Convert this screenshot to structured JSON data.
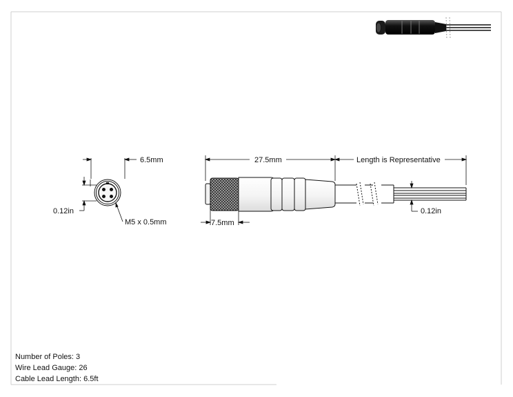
{
  "dimensions": {
    "face_diameter": "6.5mm",
    "pin_spacing_left": "0.12in",
    "thread": "M5 x 0.5mm",
    "body_length": "27.5mm",
    "length_note": "Length is Representative",
    "knurl_length": "7.5mm",
    "wire_spacing": "0.12in"
  },
  "specs": [
    {
      "label": "Number of Poles:",
      "value": "3"
    },
    {
      "label": "Wire Lead Gauge:",
      "value": "26"
    },
    {
      "label": "Cable Lead Length:",
      "value": "6.5ft"
    }
  ],
  "colors": {
    "line": "#111111",
    "border": "#cfcfcf",
    "body_shade": "#e8e8e8"
  }
}
